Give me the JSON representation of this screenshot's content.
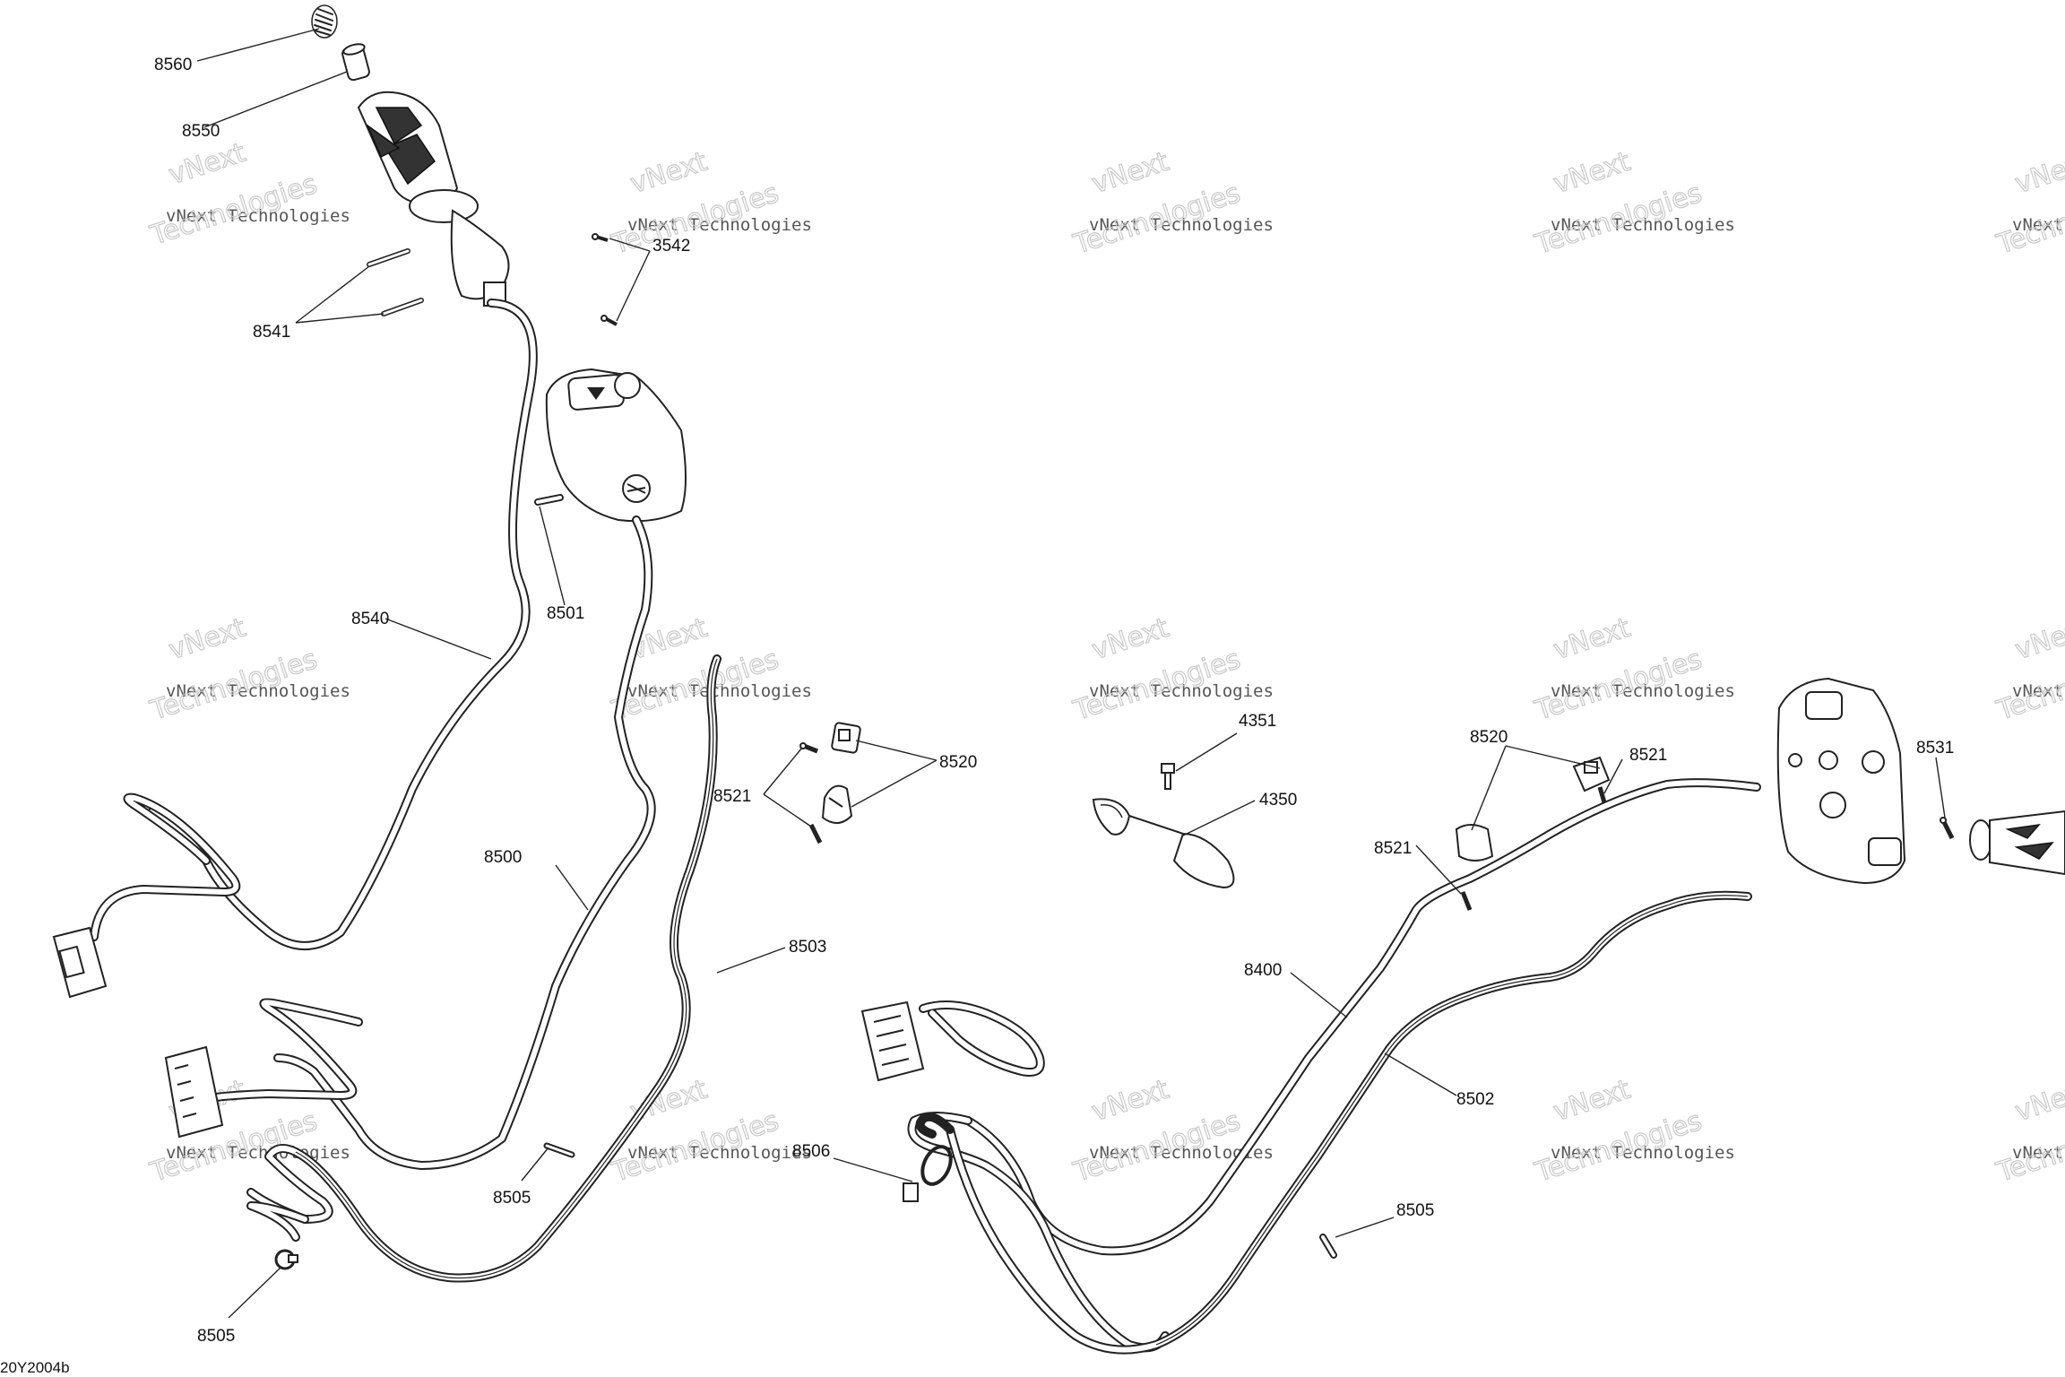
{
  "watermark": {
    "line1": "vNext Technologies",
    "line2": "Technologies",
    "line0": "vNext"
  },
  "drawing_code": "20Y2004b",
  "labels": {
    "p8560": "8560",
    "p8550": "8550",
    "p8541": "8541",
    "p3542": "3542",
    "p8501": "8501",
    "p8540": "8540",
    "p8500": "8500",
    "p8503": "8503",
    "p8521a": "8521",
    "p8520a": "8520",
    "p8505a": "8505",
    "p8505b": "8505",
    "p4351": "4351",
    "p4350": "4350",
    "p8520b": "8520",
    "p8521b": "8521",
    "p8521c": "8521",
    "p8531": "8531",
    "p8400": "8400",
    "p8502": "8502",
    "p8506": "8506",
    "p8505c": "8505"
  },
  "colors": {
    "line": "#222222",
    "background": "#ffffff",
    "watermark": "#c9c9c9"
  }
}
